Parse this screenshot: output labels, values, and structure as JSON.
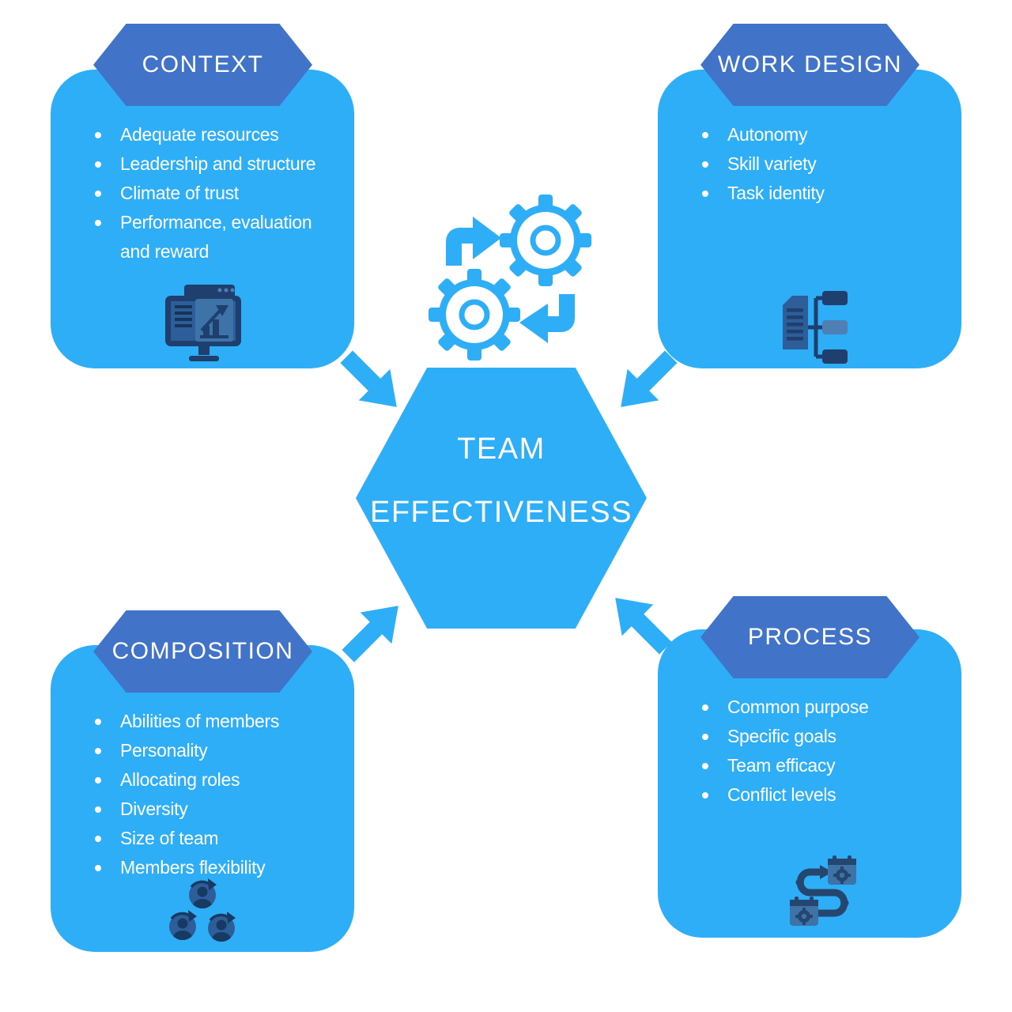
{
  "palette": {
    "accent_blue": "#2FAEF8",
    "header_blue": "#4173C9",
    "icon_navy_dark": "#1F3F6E",
    "icon_navy_mid": "#2E5E99",
    "icon_navy_light": "#4E7FB5",
    "text_white": "#FFFFFF",
    "background": "#FFFFFF"
  },
  "center": {
    "title_line1": "TEAM",
    "title_line2": "EFFECTIVENESS",
    "icon": "gears-sync-icon"
  },
  "connectors": [
    {
      "name": "context-to-center",
      "direction": "down-right"
    },
    {
      "name": "work-design-to-center",
      "direction": "down-left"
    },
    {
      "name": "composition-to-center",
      "direction": "up-right"
    },
    {
      "name": "process-to-center",
      "direction": "up-left"
    }
  ],
  "sections": [
    {
      "id": "context",
      "title": "CONTEXT",
      "icon": "monitor-analytics-icon",
      "items": [
        "Adequate resources",
        "Leadership and structure",
        "Climate of trust",
        "Performance, evaluation and reward"
      ]
    },
    {
      "id": "work-design",
      "title": "WORK DESIGN",
      "icon": "document-structure-icon",
      "items": [
        "Autonomy",
        "Skill variety",
        "Task identity"
      ]
    },
    {
      "id": "composition",
      "title": "COMPOSITION",
      "icon": "team-members-rotation-icon",
      "items": [
        "Abilities of members",
        "Personality",
        "Allocating roles",
        "Diversity",
        "Size of team",
        "Members flexibility"
      ]
    },
    {
      "id": "process",
      "title": "PROCESS",
      "icon": "workflow-schedule-icon",
      "items": [
        "Common purpose",
        "Specific goals",
        "Team efficacy",
        "Conflict levels"
      ]
    }
  ]
}
